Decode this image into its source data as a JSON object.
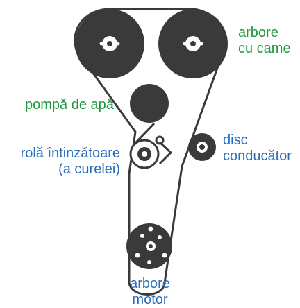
{
  "labels": {
    "camshaft_line1": "arbore",
    "camshaft_line2": "cu came",
    "water_pump": "pompă de apă",
    "tensioner_line1": "rolă întinzătoare",
    "tensioner_line2": "(a curelei)",
    "drive_disc_line1": "disc",
    "drive_disc_line2": "conducător",
    "motor_shaft_line1": "arbore",
    "motor_shaft_line2": "motor"
  },
  "colors": {
    "label_green": "#1e9a3d",
    "label_blue": "#2a6ebb",
    "component_dark": "#3a3a3a",
    "background": "#ffffff"
  }
}
